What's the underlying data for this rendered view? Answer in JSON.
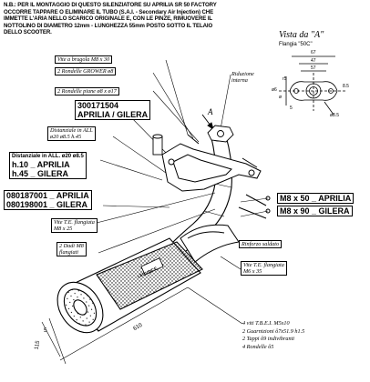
{
  "note": {
    "lines": [
      "N.B.: PER IL MONTAGGIO DI QUESTO SILENZIATORE SU APRILIA SR 50 FACTORY",
      "OCCORRE TAPPARE O ELIMINARE  IL TUBO (S.A.I. - Secondary Air Injection) CHE",
      "IMMETTE L'ARIA NELLO SCARICO ORIGINALE E, CON LE PINZE, RIMUOVERE IL",
      "NOTTOLINO DI DIAMETRO 12mm - LUNGHEZZA 55mm  POSTO SOTTO IL TELAIO",
      "DELLO SCOOTER."
    ]
  },
  "view": {
    "title": "Vista da \"A\"",
    "flange": "Flangia \"50C\"",
    "marker": "A",
    "dims": [
      "67",
      "47",
      "57",
      "r5",
      "ø6",
      "8.5",
      "ø8.5",
      "ø",
      "5"
    ]
  },
  "labels": {
    "vite_brugola": "Vite a brugola M8 x 30",
    "rondelle_grower": "2 Rondelle GROWER ø8",
    "rondelle_piane": "2 Rondelle piane ø8 x ø17",
    "part_code": "300171504",
    "part_brand": "APRILIA / GILERA",
    "riduzione": [
      "Riduzione",
      "interna"
    ],
    "distanziale_it": [
      "Distanziale in ALL",
      "ø20 ø8.5 h.45"
    ],
    "distanziale_h": "Distanziale in ALL. ø20 ø8.5",
    "h10": "h.10 _ APRILIA",
    "h45": "h.45 _ GILERA",
    "code1": "080187001 _ APRILIA",
    "code2": "080198001 _ GILERA",
    "vite_te": [
      "Vite T.E. flangiata",
      "M8 x 25"
    ],
    "dadi": [
      "2 Dadi M8",
      "flangiati"
    ],
    "m8x50": "M8 x 50 _ APRILIA",
    "m8x90": "M8 x 90 _ GILERA",
    "rinforzo": "Rinforzo saldato",
    "vite_te2": [
      "Vite T.E. flangiata",
      "M6 x 35"
    ],
    "brand_tag": "LEOVINCE",
    "dim_610": "610",
    "dim_115": "115",
    "dim_5": "5"
  },
  "legend": [
    "4  viti T.B.E.I. M5x10",
    "2  Guarnizioni ô7x51.9 h1.5",
    "2  Tappi ô9 indivibranti",
    "4  Rondelle ô5"
  ]
}
